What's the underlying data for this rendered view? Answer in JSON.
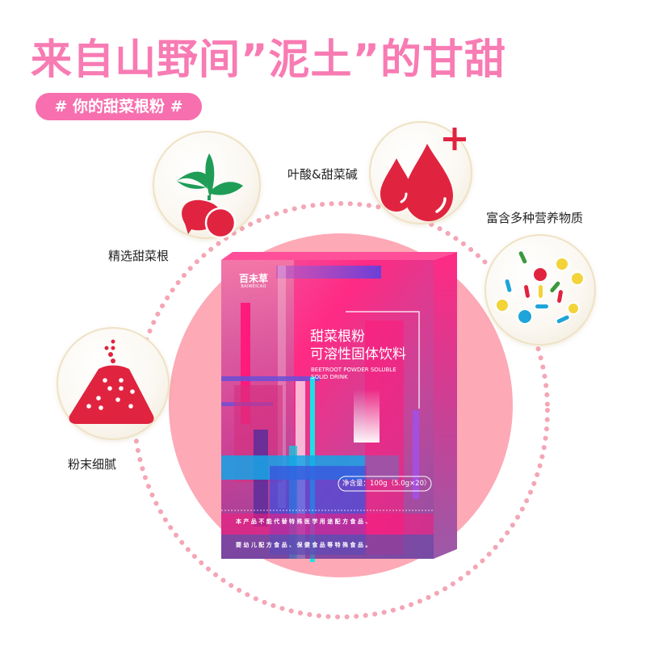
{
  "header": {
    "title": "来自山野间”泥土”的甘甜",
    "tag": "# 你的甜菜根粉 #"
  },
  "features": [
    {
      "label": "精选甜菜根",
      "icon": "beetroot-icon"
    },
    {
      "label": "叶酸&甜菜碱",
      "icon": "blood-drops-icon"
    },
    {
      "label": "富含多种营养物质",
      "icon": "nutrients-icon"
    },
    {
      "label": "粉末细腻",
      "icon": "powder-icon"
    }
  ],
  "product": {
    "brand_cn": "百未草",
    "brand_en": "BAIWEICAO",
    "name_line1": "甜菜根粉",
    "name_line2": "可溶性固体饮料",
    "name_en_line1": "BEETROOT POWDER SOLUBLE",
    "name_en_line2": "SOLID DRINK",
    "net_content": "净含量：100g（5.0g×20）",
    "disclaimer_line1": "本 产 品 不 能 代 替 特 殊 医 学 用 途 配 方 食 品 、",
    "disclaimer_line2": "婴 幼 儿 配 方 食 品 、 保 健 食 品 等 特 殊 食 品 。"
  },
  "colors": {
    "title_pink": "#f87bb3",
    "tag_pink": "#f76fae",
    "circle_pink": "#fda9b6",
    "dot_pink": "#f4a6b6",
    "beet_red": "#e0243f",
    "leaf_green": "#1f9d57",
    "box_magenta": "#ff2a84",
    "box_purple": "#7a4aa8"
  }
}
